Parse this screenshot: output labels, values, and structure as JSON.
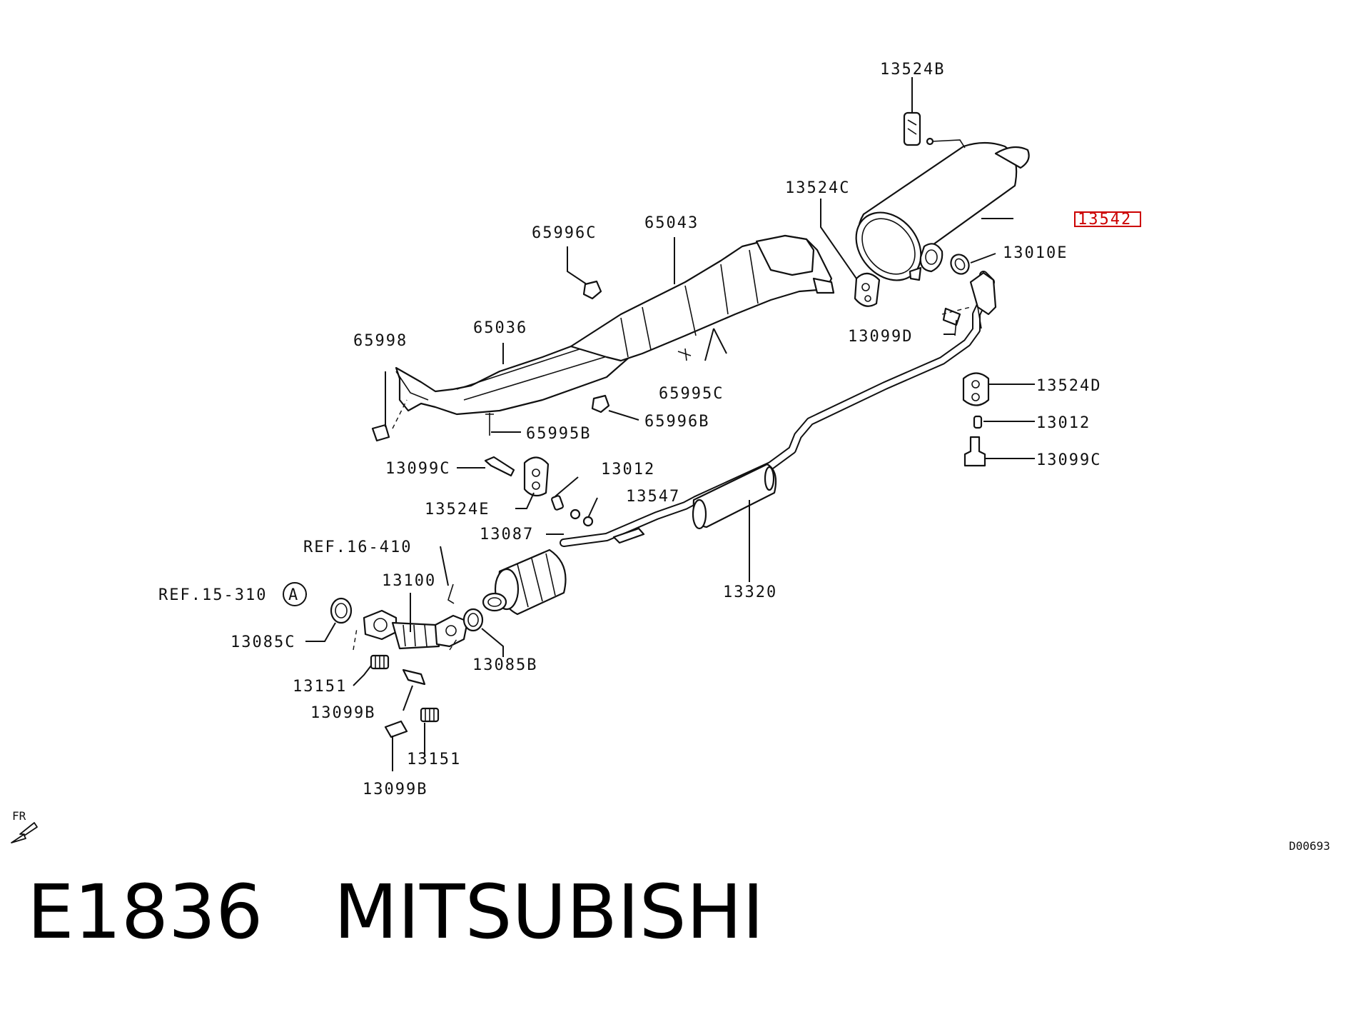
{
  "diagram": {
    "labels": {
      "p13524B": "13524B",
      "p13524C": "13524C",
      "p13542": "13542",
      "p13010E": "13010E",
      "p13099D": "13099D",
      "p13524D": "13524D",
      "p13012_r": "13012",
      "p13099C_r": "13099C",
      "p65996C": "65996C",
      "p65043": "65043",
      "p65036": "65036",
      "p65998": "65998",
      "p65995C": "65995C",
      "p65996B": "65996B",
      "p65995B": "65995B",
      "p13099C_l": "13099C",
      "p13012_l": "13012",
      "p13524E": "13524E",
      "p13547": "13547",
      "p13087": "13087",
      "ref16": "REF.16-410",
      "p13100": "13100",
      "ref15": "REF.15-310",
      "circleA": "A",
      "p13085C": "13085C",
      "p13085B": "13085B",
      "p13320": "13320",
      "p13151_a": "13151",
      "p13099B_a": "13099B",
      "p13151_b": "13151",
      "p13099B_b": "13099B",
      "fr": "FR",
      "code": "D00693"
    },
    "highlight_color": "#cc0000"
  },
  "caption": {
    "part_code": "E1836",
    "brand": "MITSUBISHI"
  }
}
